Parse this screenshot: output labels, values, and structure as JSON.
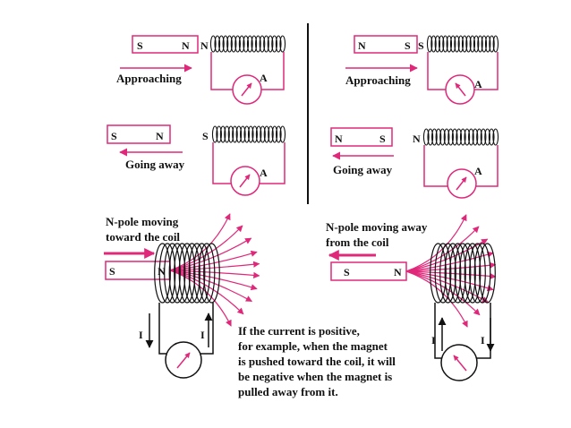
{
  "colors": {
    "wire": "#e0287a",
    "field": "#e0287a",
    "coil": "#111111",
    "ink": "#111111",
    "background": "#ffffff"
  },
  "panels": [
    {
      "magnet_left_pole": "S",
      "magnet_right_pole": "N",
      "coil_pole": "N",
      "motion_label": "Approaching",
      "meter_label": "A",
      "motion": "toward-coil"
    },
    {
      "magnet_left_pole": "N",
      "magnet_right_pole": "S",
      "coil_pole": "S",
      "motion_label": "Approaching",
      "meter_label": "A",
      "motion": "toward-coil"
    },
    {
      "magnet_left_pole": "S",
      "magnet_right_pole": "N",
      "coil_pole": "S",
      "motion_label": "Going away",
      "meter_label": "A",
      "motion": "away-from-coil"
    },
    {
      "magnet_left_pole": "N",
      "magnet_right_pole": "S",
      "coil_pole": "N",
      "motion_label": "Going away",
      "meter_label": "A",
      "motion": "away-from-coil"
    }
  ],
  "bottom_left": {
    "caption_line1": "N-pole moving",
    "caption_line2": "toward the coil",
    "magnet_left_pole": "S",
    "magnet_right_pole": "N",
    "current_left": "I",
    "current_right": "I"
  },
  "bottom_right": {
    "caption_line1": "N-pole moving away",
    "caption_line2": "from the coil",
    "magnet_left_pole": "S",
    "magnet_right_pole": "N",
    "current_left": "I",
    "current_right": "I"
  },
  "note": {
    "lines": [
      "If the current is positive,",
      "for example, when the magnet",
      "is pushed toward the coil, it will",
      "be negative when the magnet is",
      "pulled away from it."
    ]
  }
}
